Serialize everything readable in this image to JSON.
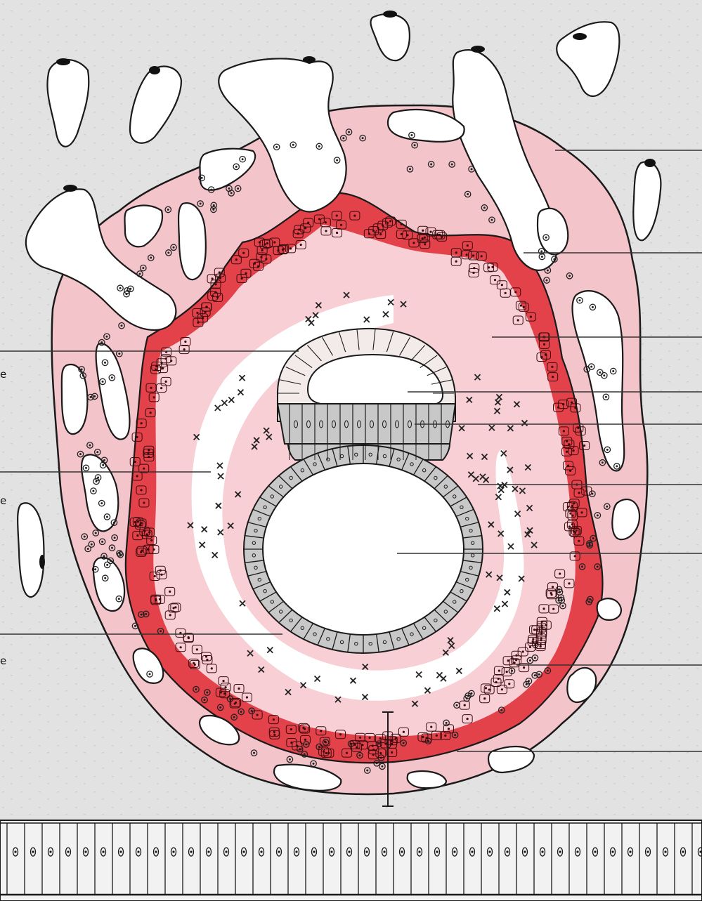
{
  "labels": {
    "left_1": "e",
    "left_2": "e",
    "left_3": "e"
  },
  "colors": {
    "background": "#e2e2e2",
    "outer_tissue": "#f4c4cb",
    "inner_mesoderm": "#f7cfd5",
    "cytotrophoblast_red": "#e3424a",
    "germ_disc_grey": "#c8c8c8",
    "outline": "#1a1a1a",
    "cavity_white": "#ffffff"
  }
}
